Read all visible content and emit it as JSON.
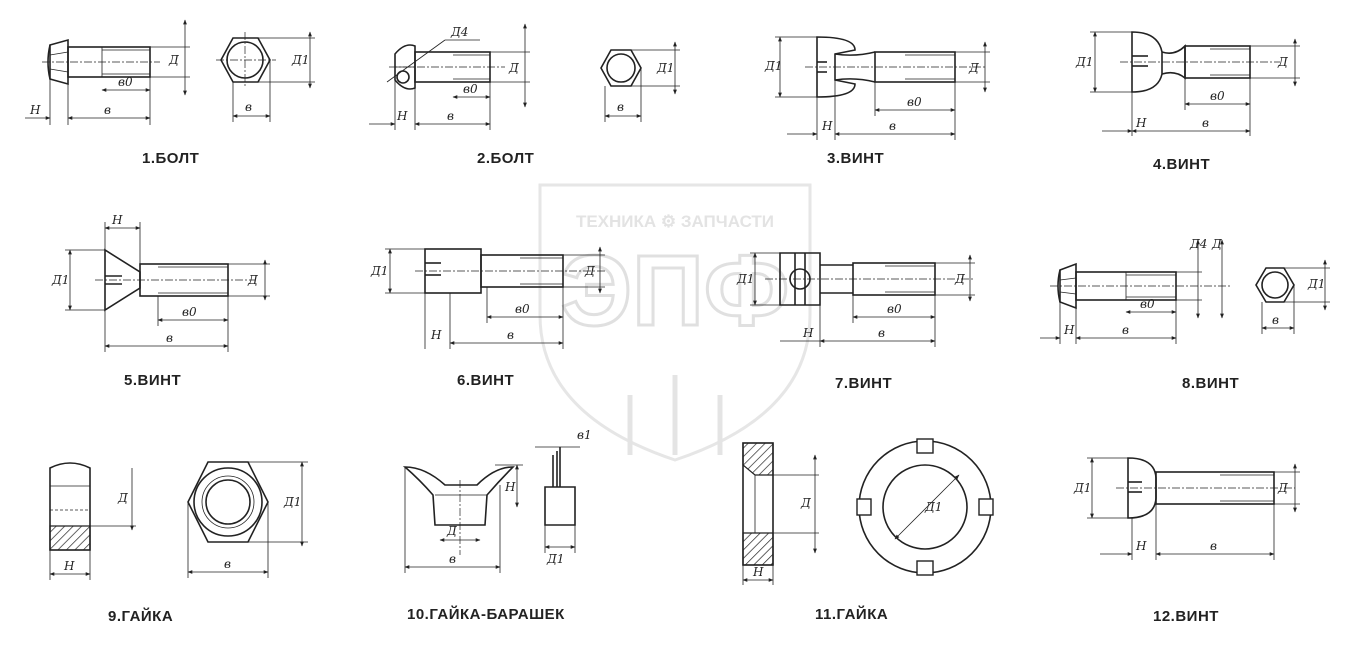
{
  "items": [
    {
      "caption": "1.БОЛТ"
    },
    {
      "caption": "2.БОЛТ"
    },
    {
      "caption": "3.ВИНТ"
    },
    {
      "caption": "4.ВИНТ"
    },
    {
      "caption": "5.ВИНТ"
    },
    {
      "caption": "6.ВИНТ"
    },
    {
      "caption": "7.ВИНТ"
    },
    {
      "caption": "8.ВИНТ"
    },
    {
      "caption": "9.ГАЙКА"
    },
    {
      "caption": "10.ГАЙКА-БАРАШЕК"
    },
    {
      "caption": "11.ГАЙКА"
    },
    {
      "caption": "12.ВИНТ"
    }
  ],
  "dimension_labels": {
    "D": "Д",
    "D1": "Д1",
    "D4": "Д4",
    "H": "Н",
    "B": "в",
    "B0": "в0",
    "B1": "в1"
  },
  "watermark": {
    "text": "ТЕХНИКА ⚙ ЗАПЧАСТИ",
    "letters": "ЭПФ"
  }
}
